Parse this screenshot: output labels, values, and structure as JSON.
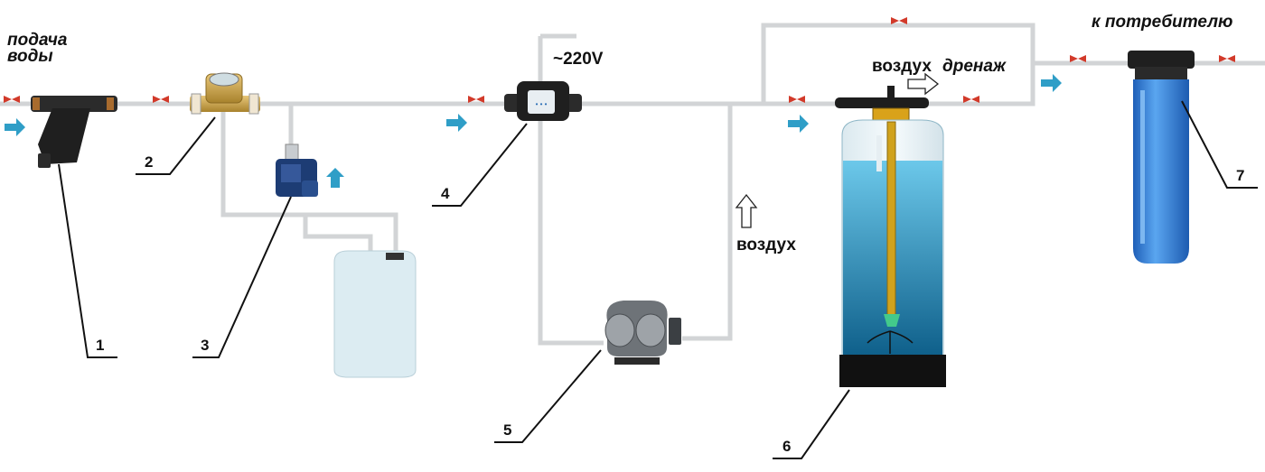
{
  "labels": {
    "supply_line1": "подача",
    "supply_line2": "воды",
    "voltage": "~220V",
    "air_drain_air": "воздух",
    "air_drain_drain": "дренаж",
    "air": "воздух",
    "to_consumer": "к потребителю"
  },
  "callouts": [
    "1",
    "2",
    "3",
    "4",
    "5",
    "6",
    "7"
  ],
  "components": [
    {
      "id": "1",
      "name": "strainer"
    },
    {
      "id": "2",
      "name": "water-meter"
    },
    {
      "id": "3",
      "name": "dosing-pump"
    },
    {
      "id": "4",
      "name": "flow-switch"
    },
    {
      "id": "5",
      "name": "air-compressor"
    },
    {
      "id": "6",
      "name": "aeration-tank"
    },
    {
      "id": "7",
      "name": "cartridge-filter"
    }
  ],
  "colors": {
    "pipe": "#d2d4d6",
    "flow_arrow": "#2f9ec7",
    "valve": "#d23a2a",
    "tank_water": "#2aa5d4",
    "filter_blue": "#2f7fd8"
  }
}
